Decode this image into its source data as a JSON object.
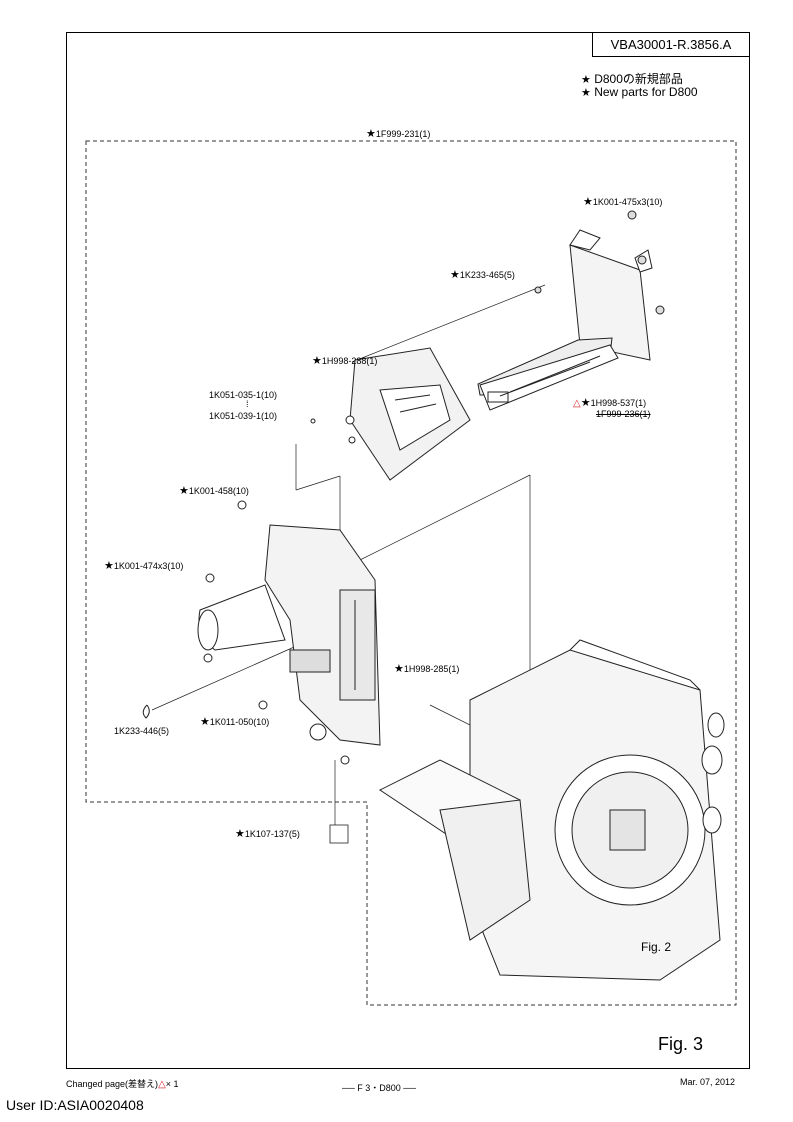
{
  "header": {
    "doc_id": "VBA30001-R.3856.A",
    "note_jp": "D800の新規部品",
    "note_en": "New parts for D800"
  },
  "parts": {
    "assembly_top": "1F999-231(1)",
    "screw_top_right": "1K001-475x3(10)",
    "spring_top": "1K233-465(5)",
    "mirror_box_unit": "1H998-288(1)",
    "shutter_new": "1H998-537(1)",
    "shutter_old": "1F999-236(1)",
    "pin_range_from": "1K051-035-1(10)",
    "pin_range_sep": "⁞",
    "pin_range_to": "1K051-039-1(10)",
    "screw_458": "1K001-458(10)",
    "screw_474": "1K001-474x3(10)",
    "drive_unit": "1H998-285(1)",
    "spring_446": "1K233-446(5)",
    "screw_050": "1K011-050(10)",
    "sheet_137": "1K107-137(5)"
  },
  "figures": {
    "fig3": "Fig. 3",
    "fig2": "Fig. 2"
  },
  "footer": {
    "changed": "Changed page(差替え)",
    "changed_count": "× 1",
    "page": "── F 3・D800 ──",
    "date": "Mar. 07, 2012",
    "user_id": "User ID:ASIA0020408"
  }
}
